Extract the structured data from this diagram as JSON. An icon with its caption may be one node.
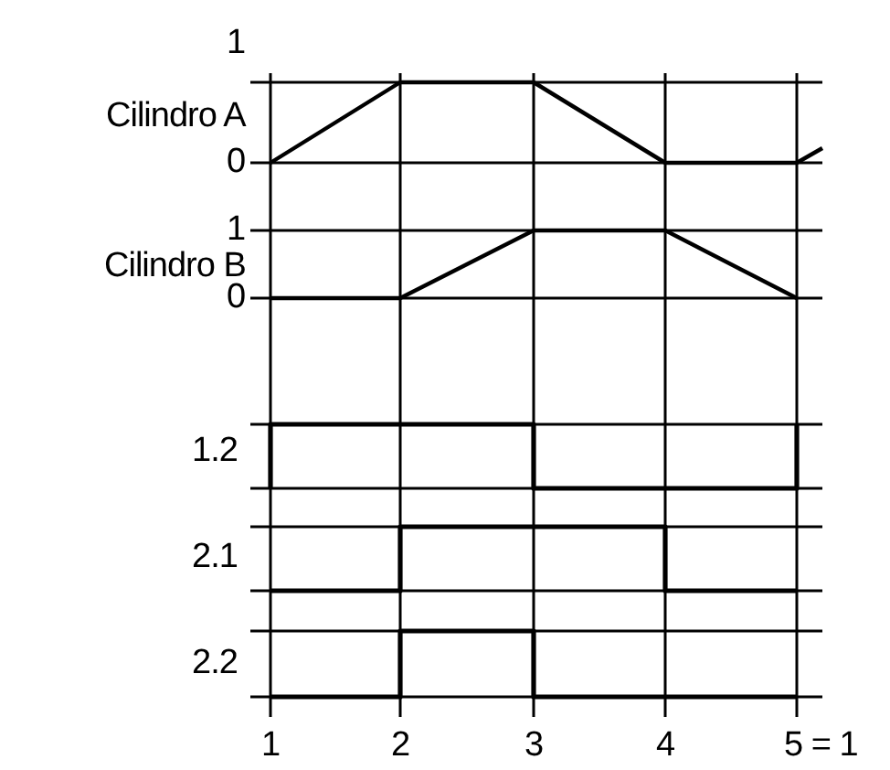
{
  "diagram": {
    "labels": [
      "1",
      "Cilindro A",
      "0",
      "1",
      "Cilindro B",
      "0",
      "1.2",
      "2.1",
      "2.2",
      "1",
      "2",
      "3",
      "4",
      "5 = 1"
    ]
  }
}
